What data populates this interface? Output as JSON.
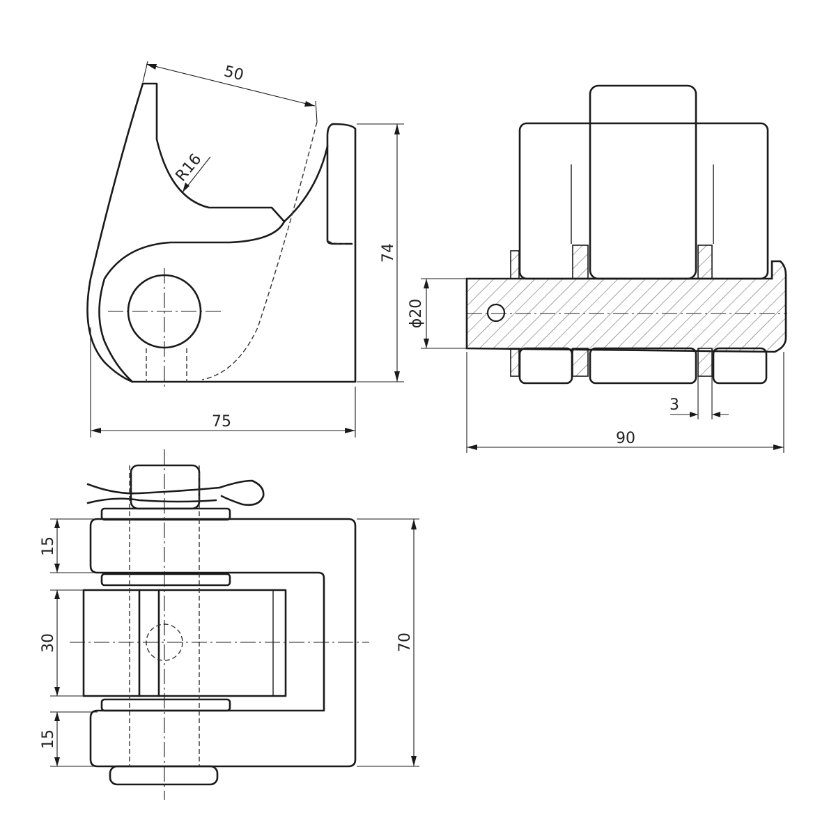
{
  "drawing": {
    "dimensions": {
      "width_front": "75",
      "height_front": "74",
      "slant_len": "50",
      "radius": "R16",
      "pin_dia": "ϕ20",
      "washer_thk": "3",
      "pin_len": "90",
      "plan_top": "15",
      "plan_mid": "30",
      "plan_bot": "15",
      "plan_total": "70"
    }
  }
}
